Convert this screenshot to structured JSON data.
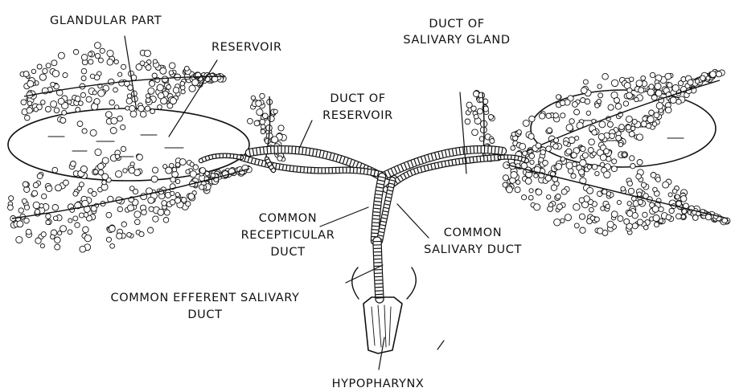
{
  "labels": {
    "glandular_part": "GLANDULAR PART",
    "reservoir": "RESERVOIR",
    "duct_of_salivary_gland_line1": "DUCT OF",
    "duct_of_salivary_gland_line2": "SALIVARY GLAND",
    "duct_of_reservoir_line1": "DUCT OF",
    "duct_of_reservoir_line2": "RESERVOIR",
    "common_recepticular_duct_line1": "COMMON",
    "common_recepticular_duct_line2": "RECEPTICULAR",
    "common_recepticular_duct_line3": "DUCT",
    "common_salivary_duct_line1": "COMMON",
    "common_salivary_duct_line2": "SALIVARY DUCT",
    "common_efferent_salivary_duct_line1": "COMMON EFFERENT SALIVARY",
    "common_efferent_salivary_duct_line2": "DUCT",
    "hypopharynx": "HYPOPHARYNX"
  },
  "colors": {
    "ink": "#111111",
    "background": "#ffffff"
  }
}
